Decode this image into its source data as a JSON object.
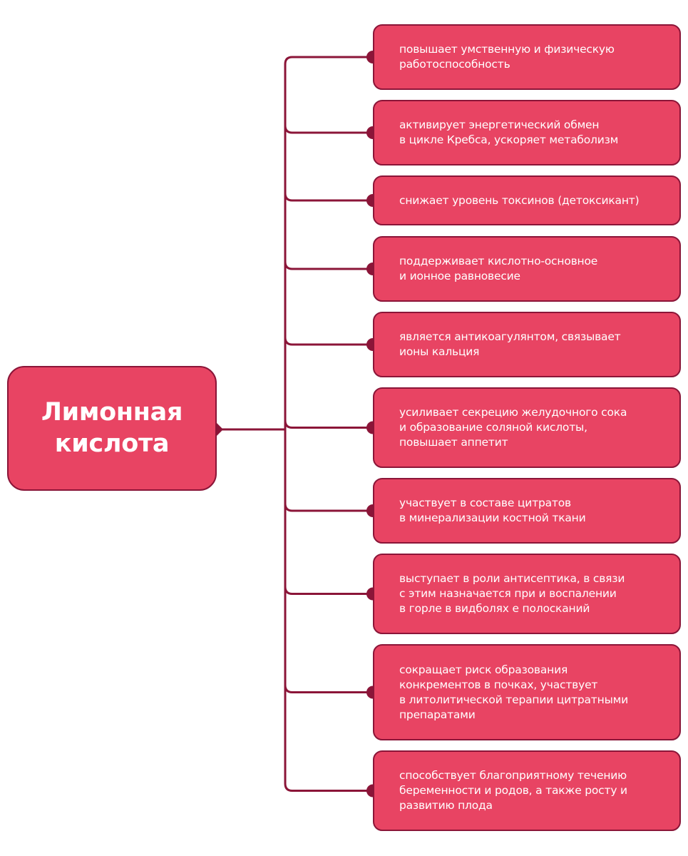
{
  "central_topic": "Лимонная кислота",
  "colors": {
    "box_fill": "#e84463",
    "box_border": "#8b1538",
    "connector": "#8b1538",
    "text": "#ffffff"
  },
  "branches": [
    {
      "text": "повышает умственную и физическую\nработоспособность"
    },
    {
      "text": "активирует энергетический обмен\nв цикле Кребса, ускоряет метаболизм"
    },
    {
      "text": "снижает уровень токсинов (детоксикант)"
    },
    {
      "text": "поддерживает кислотно-основное\nи ионное равновесие"
    },
    {
      "text": "является антикоагулянтом, связывает\nионы кальция"
    },
    {
      "text": "усиливает секрецию желудочного сока\nи образование соляной кислоты,\nповышает аппетит"
    },
    {
      "text": "участвует в составе цитратов\nв минерализации костной ткани"
    },
    {
      "text": "выступает в роли антисептика, в связи\nс этим назначается при и воспалении\nв горле в видболях е полосканий"
    },
    {
      "text": "сокращает риск образования\nконкрементов в почках, участвует\nв литолитической терапии цитратными\nпрепаратами"
    },
    {
      "text": "способствует благоприятному  течению\nбеременности и родов, а также росту и\nразвитию плода"
    }
  ]
}
